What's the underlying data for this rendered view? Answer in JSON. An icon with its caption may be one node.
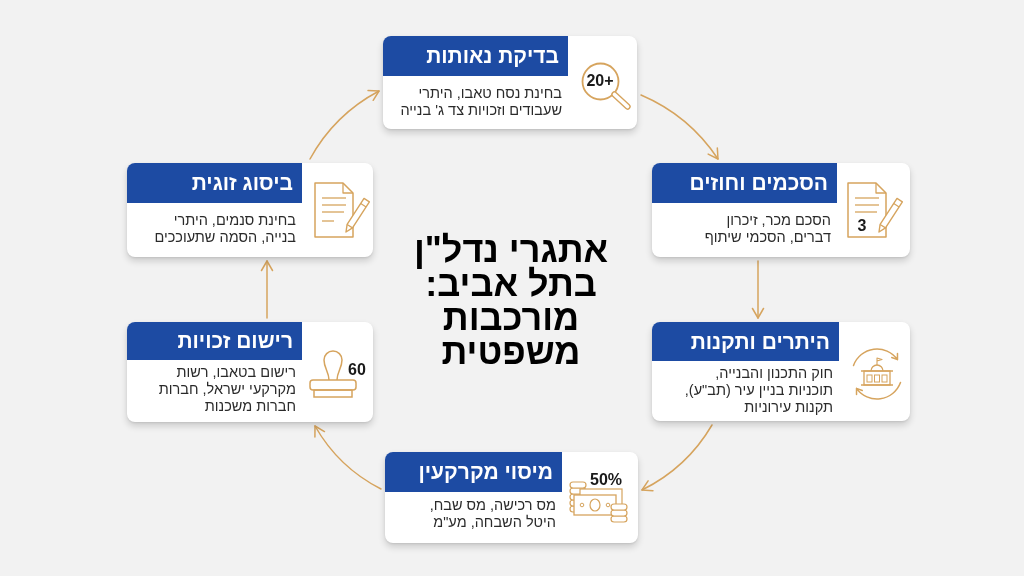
{
  "diagram": {
    "title": "אתגרי נדל\"ן בתל אביב: מורכבות משפטית",
    "nodes": [
      {
        "text": [
          "בדיקת נאותות",
          "בחינת נסח טאבו, היתרי שעבודים וזכויות צד ג' בנייה",
          "20+"
        ]
      },
      {
        "text": [
          "הסכמים וחוזים",
          "3",
          "הסכם מכר, זיכרון דברים, הסכמי שיתוף"
        ]
      },
      {
        "text": [
          "היתרים ותקנות",
          "חוק התכנון והבנייה, תוכניות בניין עיר (תב\"ע), תקנות עירוניות"
        ]
      },
      {
        "text": [
          "מיסוי מקרקעין",
          "מס רכישה, מס שבח, היטל השבחה, מע\"מ",
          "50%"
        ]
      },
      {
        "text": [
          "רישום זכויות",
          "רישום בטאבו, רשות מקרקעי ישראל, חברות חברות משכנות",
          "60"
        ]
      },
      {
        "text": [
          "ביסוג זוגית",
          "בחינת סנמים, היתרי בנייה, הסמה שתעוככים"
        ]
      }
    ],
    "edges": [
      {
        "from": 0,
        "to": 1,
        "arrow": "to"
      },
      {
        "from": 1,
        "to": 2,
        "arrow": "to"
      },
      {
        "from": 2,
        "to": 3,
        "arrow": "to"
      },
      {
        "from": 3,
        "to": 4,
        "arrow": "to"
      },
      {
        "from": 4,
        "to": 5,
        "arrow": "to"
      },
      {
        "from": 5,
        "to": 0,
        "arrow": "to"
      }
    ]
  }
}
